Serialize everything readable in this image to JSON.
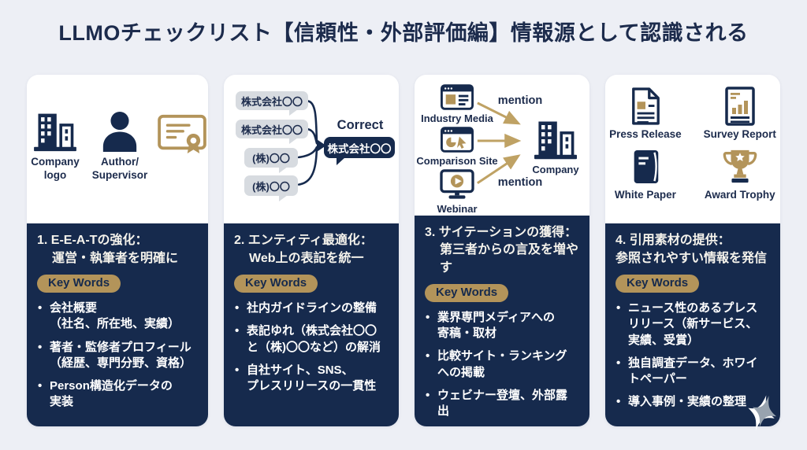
{
  "title": "LLMOチェックリスト【信頼性・外部評価編】情報源として認識される",
  "colors": {
    "navy": "#162a4d",
    "gold": "#b3945a",
    "gold2": "#bfa264",
    "bg": "#edeff5",
    "bubble": "#d7dbe0",
    "ink": "#1c2b4c"
  },
  "cards": [
    {
      "heading1": "1. E-E-A-Tの強化：",
      "heading2": "運営・執筆者を明確に",
      "keywords_label": "Key Words",
      "bullets": [
        "会社概要\n（社名、所在地、実績）",
        "著者・監修者プロフィール\n（経歴、専門分野、資格）",
        "Person構造化データの\n実装"
      ],
      "illustration": {
        "labels": [
          "Company\nlogo",
          "Author/\nSupervisor"
        ],
        "icons": [
          "company-building",
          "author-person",
          "certificate"
        ]
      }
    },
    {
      "heading1": "2. エンティティ最適化：",
      "heading2": "Web上の表記を統一",
      "keywords_label": "Key Words",
      "bullets": [
        "社内ガイドラインの整備",
        "表記ゆれ（株式会社〇〇\nと（株)〇〇など）の解消",
        "自社サイト、SNS、\nプレスリリースの一貫性"
      ],
      "illustration": {
        "bubbles": [
          "株式会社〇〇",
          "株式会社〇〇",
          "(株)〇〇",
          "(株)〇〇"
        ],
        "correct_label": "Correct",
        "correct_bubble": "株式会社〇〇"
      }
    },
    {
      "heading1": "3. サイテーションの獲得：",
      "heading2": "第三者からの言及を増やす",
      "keywords_label": "Key Words",
      "bullets": [
        "業界専門メディアへの\n寄稿・取材",
        "比較サイト・ランキング\nへの掲載",
        "ウェビナー登壇、外部露\n出"
      ],
      "illustration": {
        "sources": [
          "Industry Media",
          "Comparison Site",
          "Webinar"
        ],
        "target_label": "Company",
        "mention_top": "mention",
        "mention_bottom": "mention"
      }
    },
    {
      "heading1": "4. 引用素材の提供：",
      "heading2": "参照されやすい情報を発信",
      "keywords_label": "Key Words",
      "bullets": [
        "ニュース性のあるプレス\nリリース（新サービス、\n実績、受賞）",
        "独自調査データ、ホワイ\nトペーパー",
        "導入事例・実績の整理"
      ],
      "illustration": {
        "items": [
          "Press Release",
          "Survey Report",
          "White Paper",
          "Award Trophy"
        ]
      }
    }
  ]
}
